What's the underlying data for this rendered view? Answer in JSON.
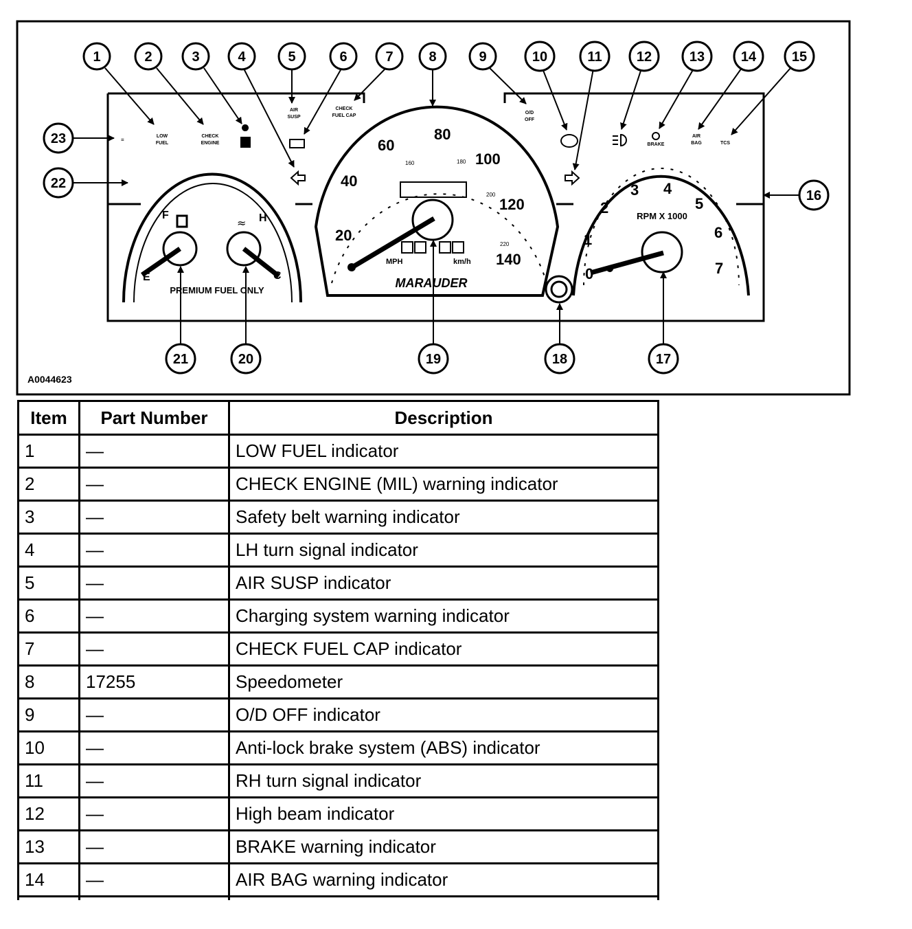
{
  "diagram": {
    "figure_code": "A0044623",
    "callouts": [
      "1",
      "2",
      "3",
      "4",
      "5",
      "6",
      "7",
      "8",
      "9",
      "10",
      "11",
      "12",
      "13",
      "14",
      "15",
      "16",
      "17",
      "18",
      "19",
      "20",
      "21",
      "22",
      "23"
    ],
    "panel_labels": {
      "low_fuel": [
        "LOW",
        "FUEL"
      ],
      "check_engine": [
        "CHECK",
        "ENGINE"
      ],
      "air_susp": [
        "AIR",
        "SUSP"
      ],
      "check_fuel_cap": [
        "CHECK",
        "FUEL CAP"
      ],
      "od_off": [
        "O/D",
        "OFF"
      ],
      "brake": "BRAKE",
      "air_bag": [
        "AIR",
        "BAG"
      ],
      "tcs": "TCS"
    },
    "speedometer": {
      "mph_labels": [
        "20",
        "40",
        "60",
        "80",
        "100",
        "120",
        "140"
      ],
      "kmh_labels": [
        "160",
        "180",
        "200",
        "220"
      ],
      "unit_mph": "MPH",
      "unit_kmh": "km/h",
      "brand": "MARAUDER"
    },
    "tachometer": {
      "labels": [
        "0",
        "1",
        "2",
        "3",
        "4",
        "5",
        "6",
        "7"
      ],
      "units": "RPM X 1000"
    },
    "fuel_gauge": {
      "empty": "E",
      "full": "F"
    },
    "temp_gauge": {
      "hot": "H",
      "cold": "C"
    },
    "cluster_caption": "PREMIUM FUEL ONLY"
  },
  "table": {
    "headers": [
      "Item",
      "Part Number",
      "Description"
    ],
    "rows": [
      [
        "1",
        "—",
        "LOW FUEL indicator"
      ],
      [
        "2",
        "—",
        "CHECK ENGINE (MIL) warning indicator"
      ],
      [
        "3",
        "—",
        "Safety belt warning indicator"
      ],
      [
        "4",
        "—",
        "LH turn signal indicator"
      ],
      [
        "5",
        "—",
        "AIR SUSP indicator"
      ],
      [
        "6",
        "—",
        "Charging system warning indicator"
      ],
      [
        "7",
        "—",
        "CHECK FUEL CAP indicator"
      ],
      [
        "8",
        "17255",
        "Speedometer"
      ],
      [
        "9",
        "—",
        "O/D OFF indicator"
      ],
      [
        "10",
        "—",
        "Anti-lock brake system (ABS) indicator"
      ],
      [
        "11",
        "—",
        "RH turn signal indicator"
      ],
      [
        "12",
        "—",
        "High beam indicator"
      ],
      [
        "13",
        "—",
        "BRAKE warning indicator"
      ],
      [
        "14",
        "—",
        "AIR BAG warning indicator"
      ]
    ]
  }
}
